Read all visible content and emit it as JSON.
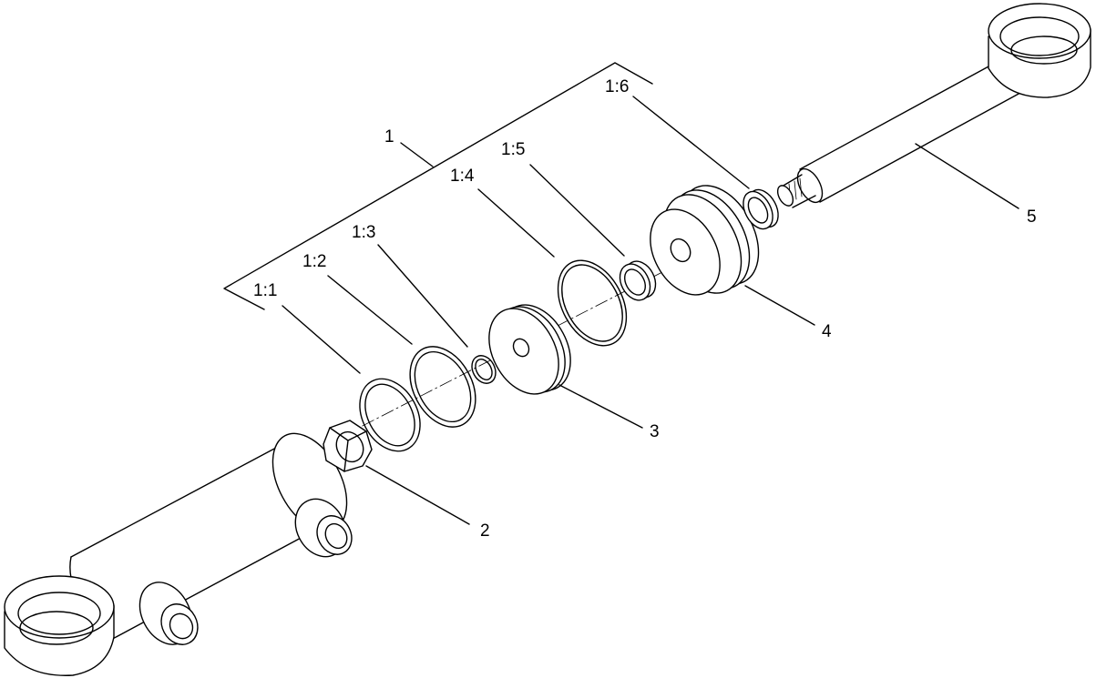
{
  "callouts": {
    "assembly": "1",
    "sub_1": "1:1",
    "sub_2": "1:2",
    "sub_3": "1:3",
    "sub_4": "1:4",
    "sub_5": "1:5",
    "sub_6": "1:6",
    "nut": "2",
    "piston": "3",
    "gland": "4",
    "rod": "5"
  }
}
